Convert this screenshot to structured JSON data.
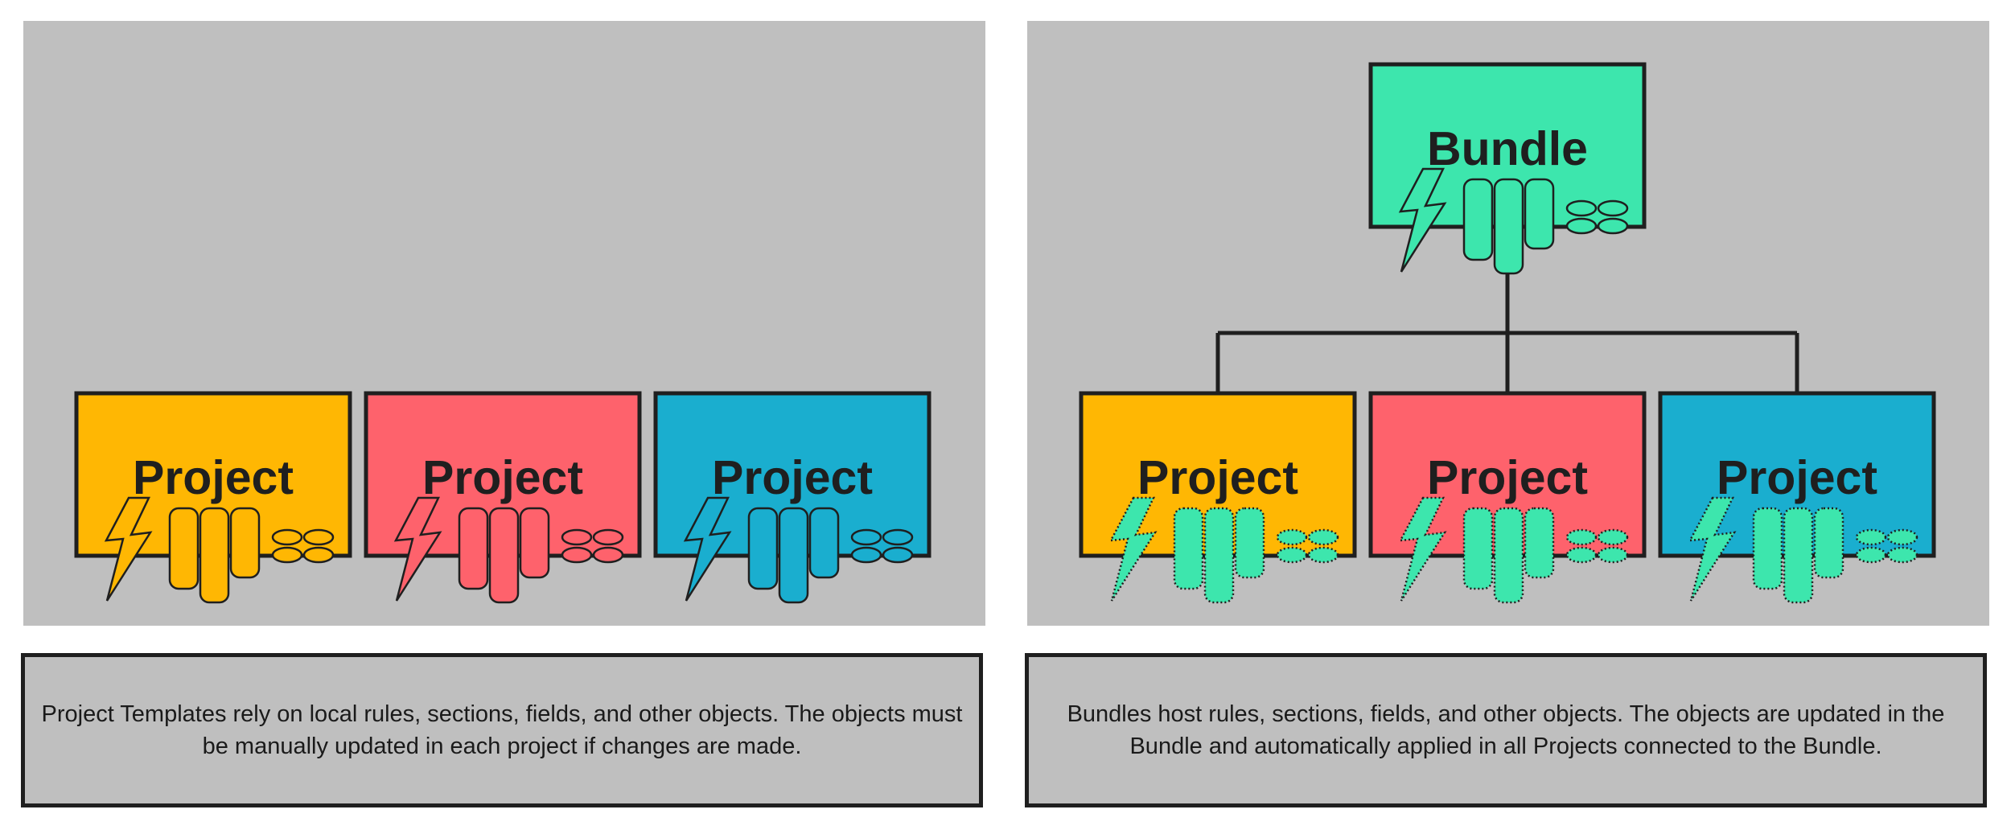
{
  "left": {
    "projects": [
      {
        "label": "Project",
        "color": "#ffb703"
      },
      {
        "label": "Project",
        "color": "#fe626c"
      },
      {
        "label": "Project",
        "color": "#1aaecf"
      }
    ],
    "caption": "Project Templates rely on local rules, sections, fields, and other objects. The objects must be manually updated in each project if changes are made."
  },
  "right": {
    "bundle": {
      "label": "Bundle",
      "color": "#3de6ad"
    },
    "projects": [
      {
        "label": "Project",
        "color": "#ffb703"
      },
      {
        "label": "Project",
        "color": "#fe626c"
      },
      {
        "label": "Project",
        "color": "#1aaecf"
      }
    ],
    "caption": "Bundles host rules, sections, fields, and other objects. The objects are updated in the Bundle and automatically applied in all Projects connected to the Bundle."
  },
  "colors": {
    "panel_bg": "#bfbfbf",
    "stroke": "#1f1f1f",
    "bundle_objects": "#3de6ad"
  },
  "icons": [
    "lightning-icon",
    "pill-columns-icon",
    "oval-cluster-icon"
  ]
}
